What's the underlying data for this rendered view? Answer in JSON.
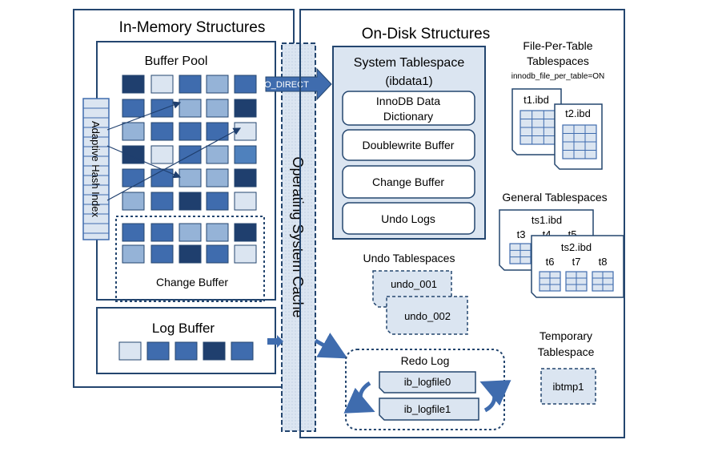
{
  "in_memory": {
    "title": "In-Memory Structures",
    "buffer_pool_label": "Buffer Pool",
    "adaptive_hash_label": "Adaptive Hash Index",
    "change_buffer_label": "Change Buffer",
    "log_buffer_label": "Log Buffer"
  },
  "os_cache": {
    "label": "Operating System Cache",
    "o_direct_label": "O_DIRECT"
  },
  "on_disk": {
    "title": "On-Disk Structures",
    "system_tablespace": {
      "title": "System Tablespace",
      "subtitle": "(ibdata1)",
      "dictionary_line1": "InnoDB Data",
      "dictionary_line2": "Dictionary",
      "doublewrite": "Doublewrite Buffer",
      "change_buffer": "Change Buffer",
      "undo_logs": "Undo Logs"
    },
    "file_per_table": {
      "title_line1": "File-Per-Table",
      "title_line2": "Tablespaces",
      "setting": "innodb_file_per_table=ON",
      "files": [
        "t1.ibd",
        "t2.ibd"
      ]
    },
    "general": {
      "title": "General Tablespaces",
      "ts1": {
        "name": "ts1.ibd",
        "tables": [
          "t3",
          "t4",
          "t5"
        ]
      },
      "ts2": {
        "name": "ts2.ibd",
        "tables": [
          "t6",
          "t7",
          "t8"
        ]
      }
    },
    "undo_tablespaces": {
      "title": "Undo Tablespaces",
      "files": [
        "undo_001",
        "undo_002"
      ]
    },
    "redo_log": {
      "title": "Redo Log",
      "files": [
        "ib_logfile0",
        "ib_logfile1"
      ]
    },
    "temporary": {
      "title_line1": "Temporary",
      "title_line2": "Tablespace",
      "file": "ibtmp1"
    }
  },
  "colors": {
    "dark": "#1f3f6e",
    "medium": "#3f6cae",
    "medium_light": "#4f81bd",
    "light": "#95b3d7",
    "pale": "#dbe5f1",
    "frame": "#24466f"
  }
}
